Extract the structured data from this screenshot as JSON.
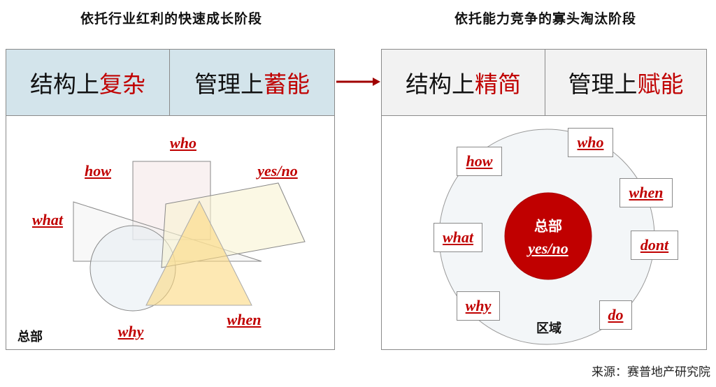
{
  "left": {
    "title": "依托行业红利的快速成长阶段",
    "header": [
      {
        "prefix": "结构上",
        "highlight": "复杂"
      },
      {
        "prefix": "管理上",
        "highlight": "蓄能"
      }
    ],
    "labels": {
      "who": "who",
      "how": "how",
      "yesno": "yes/no",
      "what": "what",
      "why": "why",
      "when": "when"
    },
    "hq": "总部"
  },
  "right": {
    "title": "依托能力竞争的寡头淘汰阶段",
    "header": [
      {
        "prefix": "结构上",
        "highlight": "精简"
      },
      {
        "prefix": "管理上",
        "highlight": "赋能"
      }
    ],
    "labels": {
      "who": "who",
      "how": "how",
      "when": "when",
      "what": "what",
      "dont": "dont",
      "why": "why",
      "do": "do"
    },
    "center": {
      "title": "总部",
      "sub": "yes/no"
    },
    "region": "区域"
  },
  "source": "来源：赛普地产研究院",
  "colors": {
    "accent": "#c00000",
    "left_header": "#d3e4eb",
    "right_header": "#f2f2f2"
  }
}
